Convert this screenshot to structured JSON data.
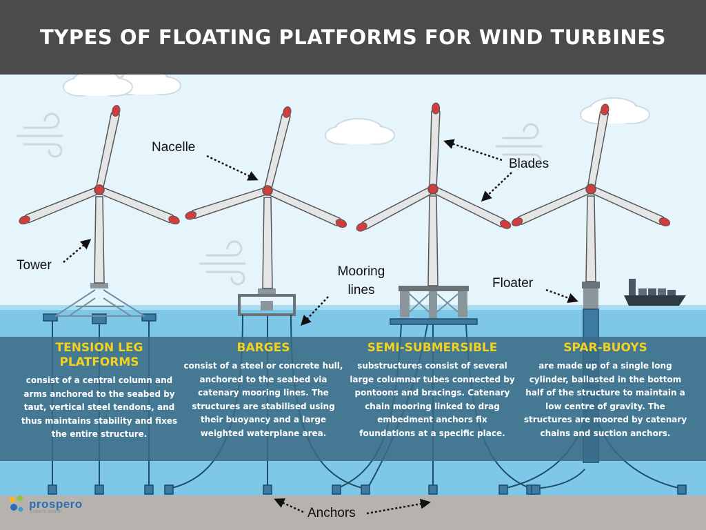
{
  "title": "TYPES OF FLOATING PLATFORMS FOR WIND TURBINES",
  "colors": {
    "header_bg": "#4b4b4b",
    "sky": "#e6f5fb",
    "sea": "#7ec7e6",
    "seabed": "#b6b3ae",
    "info_band": "#3a6b85",
    "heading": "#f2d21e",
    "blade": "#e5e5e5",
    "blade_tip": "#d13e3e",
    "mooring": "#1c4c66"
  },
  "labels": {
    "nacelle": "Nacelle",
    "blades": "Blades",
    "tower": "Tower",
    "mooring_line1": "Mooring",
    "mooring_line2": "lines",
    "floater": "Floater",
    "anchors": "Anchors"
  },
  "platforms": [
    {
      "name_line1": "TENSION LEG",
      "name_line2": "PLATFORMS",
      "description": "consist of a central column and arms anchored to the seabed by taut, vertical steel tendons, and thus maintains stability and fixes the entire structure."
    },
    {
      "name_line1": "BARGES",
      "name_line2": "",
      "description": "consist of a steel or concrete hull, anchored to the seabed via catenary mooring lines. The structures are stabilised using their buoyancy and a large weighted waterplane area."
    },
    {
      "name_line1": "SEMI-SUBMERSIBLE",
      "name_line2": "",
      "description": "substructures consist of several large columnar tubes connected by pontoons and bracings. Catenary chain mooring linked to drag embedment anchors fix foundations at a specific place."
    },
    {
      "name_line1": "SPAR-BUOYS",
      "name_line2": "",
      "description": "are made up of a single long cylinder, ballasted in the bottom half of the structure to maintain a low centre of gravity. The structures are moored by catenary chains and suction anchors."
    }
  ],
  "icons": {
    "logo": "prospero-logo-icon",
    "ship": "container-ship-icon",
    "cloud": "cloud-icon",
    "wind": "wind-swirl-icon"
  },
  "logo": {
    "word": "prospero",
    "sub": "EVENTS GROUP"
  }
}
